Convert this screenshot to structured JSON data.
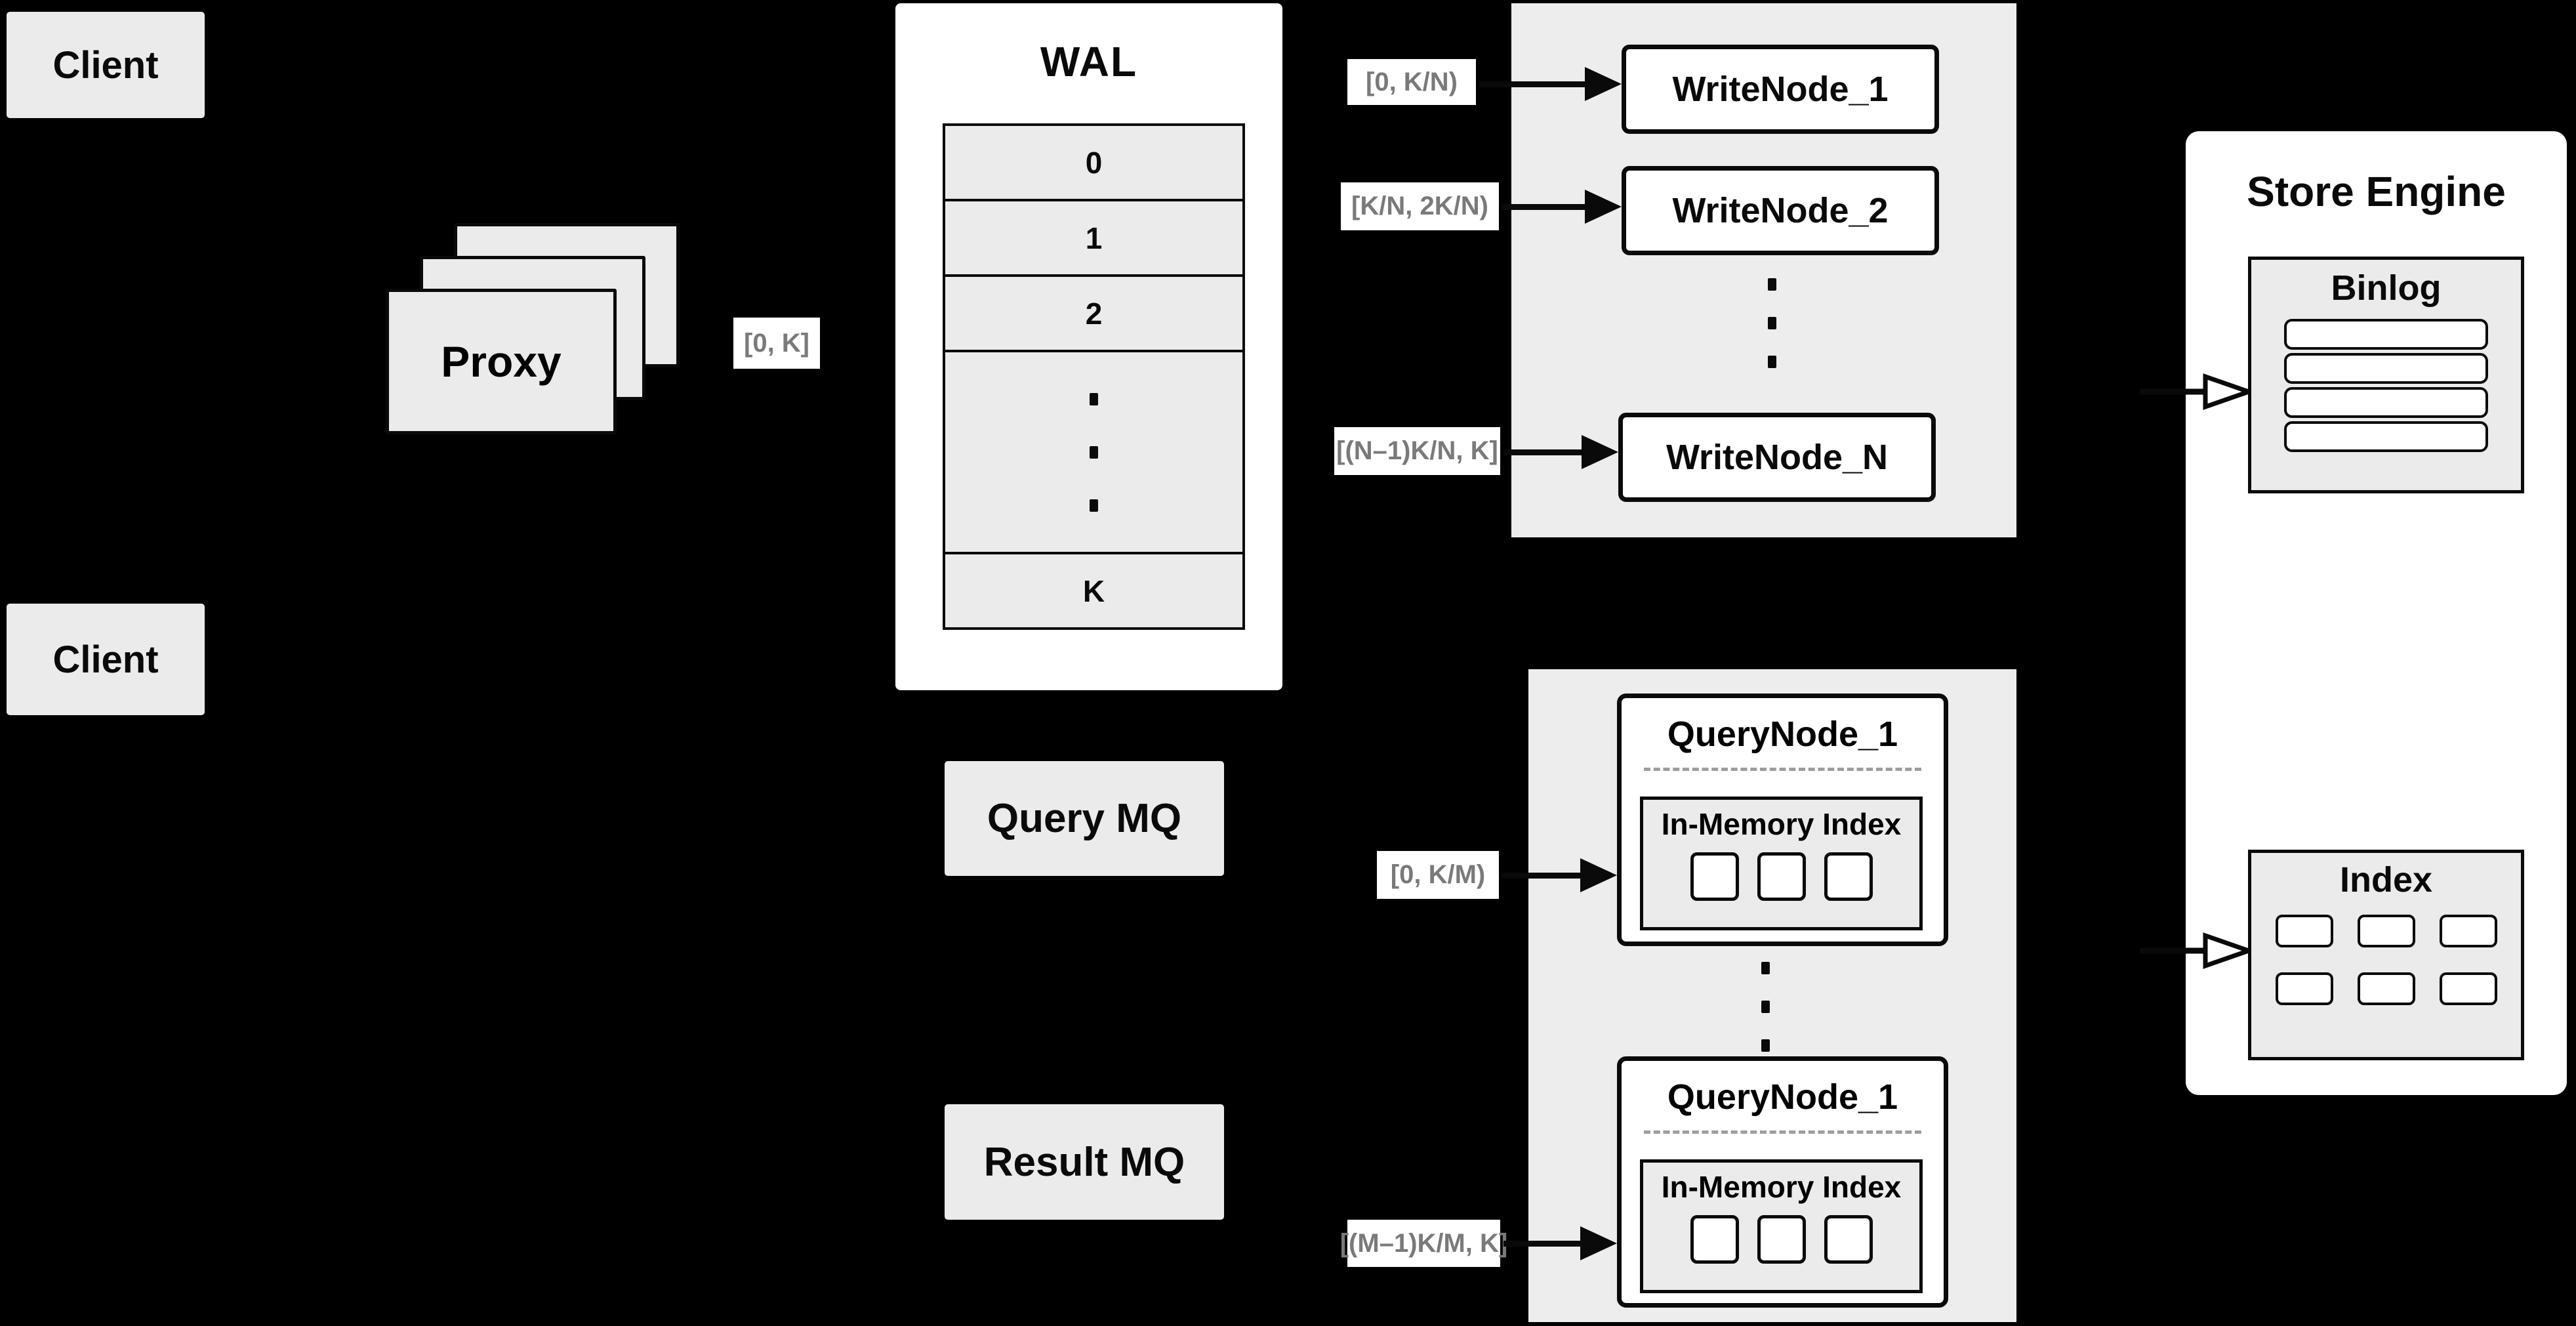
{
  "colors": {
    "background": "#000000",
    "panel_gray": "#ededed",
    "box_gray": "#ebebeb",
    "white": "#ffffff",
    "ink": "#0a0a0a",
    "range_label_text": "#7a7a7a",
    "divider_dash": "#9e9e9e"
  },
  "clients": [
    {
      "label": "Client"
    },
    {
      "label": "Client"
    }
  ],
  "proxy": {
    "label": "Proxy",
    "range": "[0, K]"
  },
  "wal": {
    "title": "WAL",
    "rows": [
      "0",
      "1",
      "2"
    ],
    "last_row": "K"
  },
  "write_cluster": {
    "labels": [
      "[0, K/N)",
      "[K/N, 2K/N)",
      "[(N–1)K/N, K]"
    ],
    "nodes": [
      "WriteNode_1",
      "WriteNode_2",
      "WriteNode_N"
    ]
  },
  "mq": {
    "query": "Query MQ",
    "result": "Result MQ"
  },
  "query_cluster": {
    "labels": [
      "[0, K/M)",
      "[(M–1)K/M, K]"
    ],
    "nodes": [
      {
        "title": "QueryNode_1",
        "memory_index": "In-Memory Index"
      },
      {
        "title": "QueryNode_1",
        "memory_index": "In-Memory Index"
      }
    ]
  },
  "store_engine": {
    "title": "Store Engine",
    "binlog": {
      "title": "Binlog",
      "rows": 4
    },
    "index": {
      "title": "Index",
      "cells": 6
    }
  },
  "shapes": {
    "memory_cells": 3,
    "dots": 3,
    "proxy_layers": 3
  }
}
